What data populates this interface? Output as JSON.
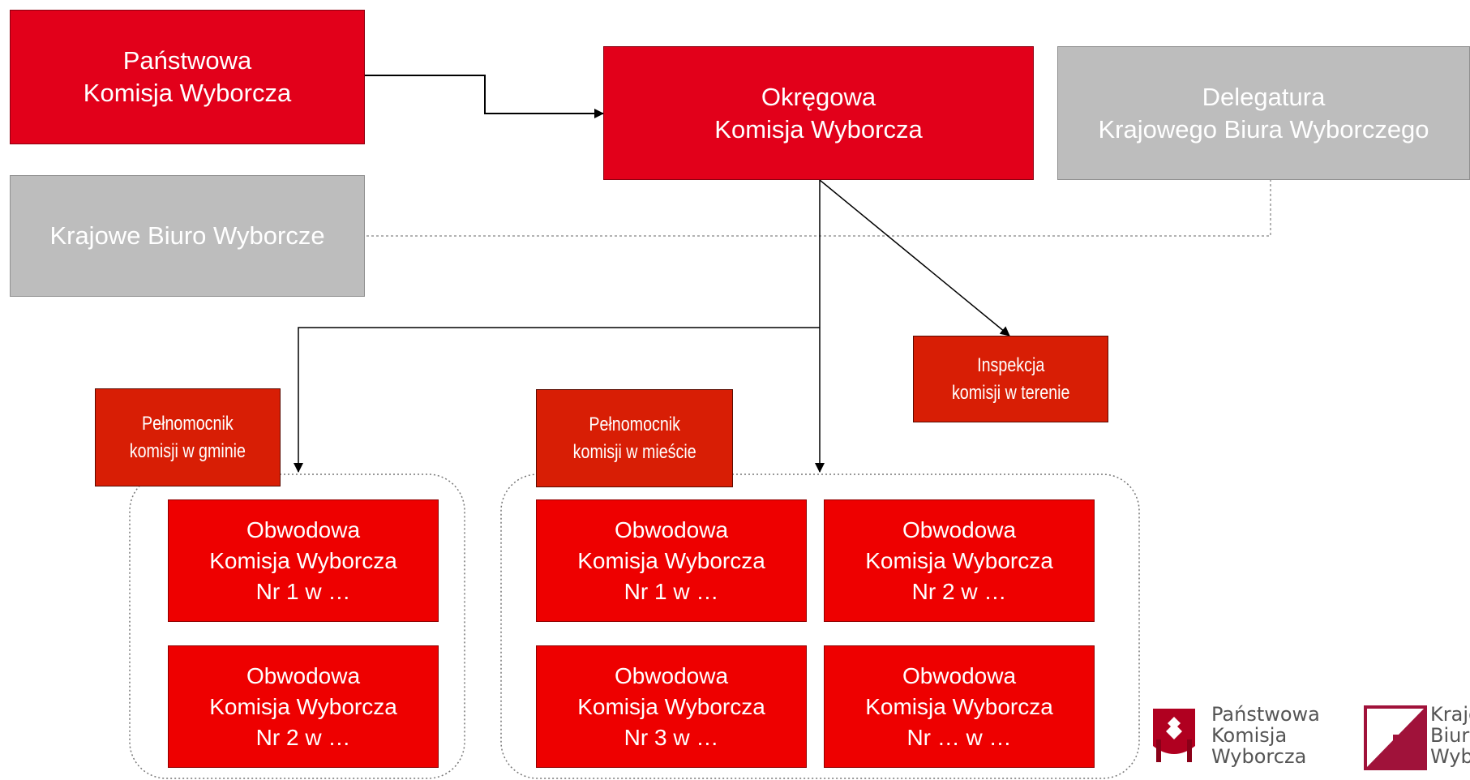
{
  "diagram": {
    "pkw": "Państwowa\nKomisja Wyborcza",
    "okw": "Okręgowa\nKomisja Wyborcza",
    "delegatura": "Delegatura\nKrajowego Biura Wyborczego",
    "kbw": "Krajowe Biuro Wyborcze",
    "inspekcja": "Inspekcja\nkomisji w terenie",
    "pelnomocnik_gmina": "Pełnomocnik\nkomisji w gminie",
    "pelnomocnik_miasto": "Pełnomocnik\nkomisji w mieście",
    "gmina_obwody": [
      "Obwodowa\nKomisja Wyborcza\nNr 1 w …",
      "Obwodowa\nKomisja Wyborcza\nNr 2 w …"
    ],
    "miasto_obwody": [
      "Obwodowa\nKomisja Wyborcza\nNr 1 w …",
      "Obwodowa\nKomisja Wyborcza\nNr 2 w …",
      "Obwodowa\nKomisja Wyborcza\nNr 3 w …",
      "Obwodowa\nKomisja Wyborcza\nNr … w …"
    ]
  },
  "logos": {
    "pkw": "Państwowa\nKomisja\nWyborcza",
    "kbw": "Krajowe\nBiuro\nWyborcze"
  },
  "colors": {
    "primary_red": "#e2001a",
    "obwodowa_red": "#ee0000",
    "small_box_red": "#d81e05",
    "grey": "#bdbdbd",
    "logo_red": "#b00020",
    "logo_maroon": "#a0123a"
  }
}
